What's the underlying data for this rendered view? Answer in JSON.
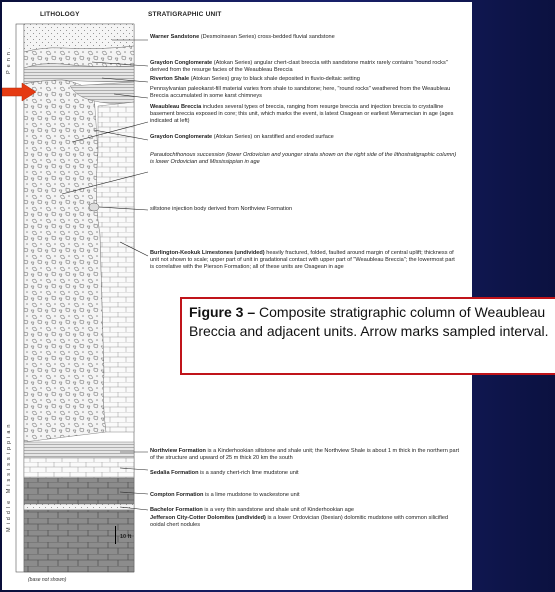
{
  "headers": {
    "lithology": "LITHOLOGY",
    "stratigraphic_unit": "STRATIGRAPHIC UNIT"
  },
  "age_labels": {
    "penn": "Penn.",
    "middle_mississippian": "Middle   Mississippian"
  },
  "units": [
    {
      "name": "Warner Sandstone",
      "desc": " (Desmoinsean Series) cross-bedded fluvial sandstone"
    },
    {
      "name": "Graydon Conglomerate",
      "desc": " (Atokan Series) angular chert-clast breccia with sandstone matrix rarely contains \"round rocks\" derived from the resurge facies of the Weaubleau Breccia"
    },
    {
      "name": "Riverton Shale",
      "desc": " (Atokan Series) gray to black shale deposited in fluvio-deltaic setting"
    },
    {
      "name": "",
      "desc": "Pennsylvanian paleokarst-fill material varies from shale to sandstone; here, \"round rocks\" weathered from the Weaubleau Breccia accumulated in some karst chimneys"
    },
    {
      "name": "Weaubleau Breccia",
      "desc": " includes several types of breccia, ranging from resurge breccia and injection breccia to crystalline basement breccia exposed in core; this unit, which marks the event, is latest Osagean or earliest Meramecian in age (ages indicated at left)"
    },
    {
      "name": "Graydon Conglomerate",
      "desc": " (Atokan Series) on karstified and eroded surface"
    },
    {
      "name": "",
      "desc": "Parautochthonous succession (lower Ordovician and younger strata shown on the right side of the lithostratigraphic column) is lower Ordovician and Mississippian in age",
      "italic": true
    },
    {
      "name": "",
      "desc": "siltstone injection body derived from Northview Formation"
    },
    {
      "name": "Burlington-Keokuk Limestones (undivided)",
      "desc": " heavily fractured, folded, faulted around margin of central uplift; thickness of unit not shown to scale; upper part of unit in gradational contact with upper part of \"Weaubleau Breccia\"; the lowermost part is correlative with the Pierson Formation; all of these units are Osagean in age"
    },
    {
      "name": "Northview Formation",
      "desc": " is a Kinderhookian siltstone and shale unit; the Northview Shale is about 1 m thick in the northern part of the structure and upward of 25 m thick 20 km the south"
    },
    {
      "name": "Sedalia Formation",
      "desc": " is a sandy chert-rich lime mudstone unit"
    },
    {
      "name": "Compton Formation",
      "desc": " is a lime mudstone to wackestone unit"
    },
    {
      "name": "Bachelor Formation",
      "desc": " is a very thin sandstone and shale unit of Kinderhookian age"
    },
    {
      "name": "Jefferson City-Cotter Dolomites (undivided)",
      "desc": " is a lower Ordovician (Ibexian) dolomitic mudstone with common silicified ooidal chert nodules"
    }
  ],
  "scale_label": "10 ft",
  "base_note": "(base not shown)",
  "caption": {
    "bold": "Figure 3 –",
    "text": " Composite stratigraphic column of Weaubleau Breccia and adjacent units.  Arrow marks sampled interval."
  },
  "colors": {
    "frame": "#c0141a",
    "arrow": "#e53a12",
    "background": "#141c5c"
  }
}
